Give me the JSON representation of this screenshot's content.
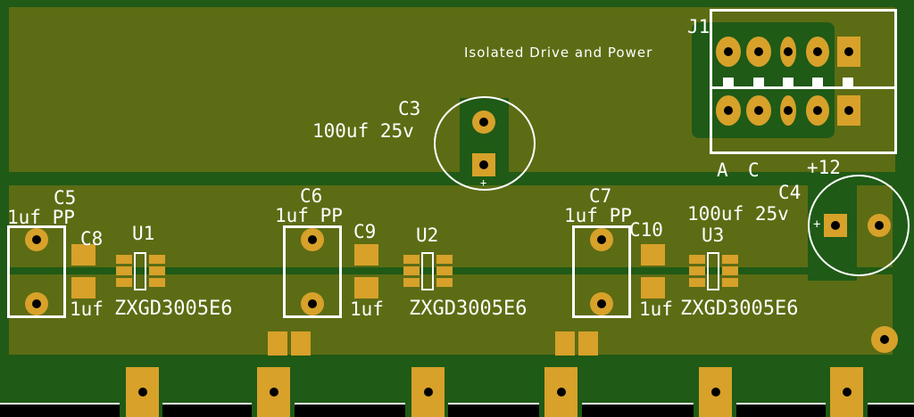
{
  "board": {
    "colors": {
      "substrate": "#1f5a16",
      "copper_pour": "#5c6c14",
      "pad": "#d7a12a",
      "silkscreen": "#ffffff"
    },
    "j1": {
      "ref": "J1",
      "title": "Isolated Drive and Power",
      "pin_a": "A",
      "pin_c": "C",
      "pin_plus": "+12"
    },
    "c3": {
      "ref": "C3",
      "value": "100uf 25v",
      "polarity": "+"
    },
    "c4": {
      "ref": "C4",
      "value": "100uf 25v",
      "polarity": "+"
    },
    "groups": [
      {
        "cap_ref": "C5",
        "cap_value": "1uf PP",
        "smd_ref": "C8",
        "smd_value": "1uf",
        "ic_ref": "U1",
        "ic_part": "ZXGD3005E6"
      },
      {
        "cap_ref": "C6",
        "cap_value": "1uf PP",
        "smd_ref": "C9",
        "smd_value": "1uf",
        "ic_ref": "U2",
        "ic_part": "ZXGD3005E6"
      },
      {
        "cap_ref": "C7",
        "cap_value": "1uf PP",
        "smd_ref": "C10",
        "smd_value": "1uf",
        "ic_ref": "U3",
        "ic_part": "ZXGD3005E6"
      }
    ]
  }
}
